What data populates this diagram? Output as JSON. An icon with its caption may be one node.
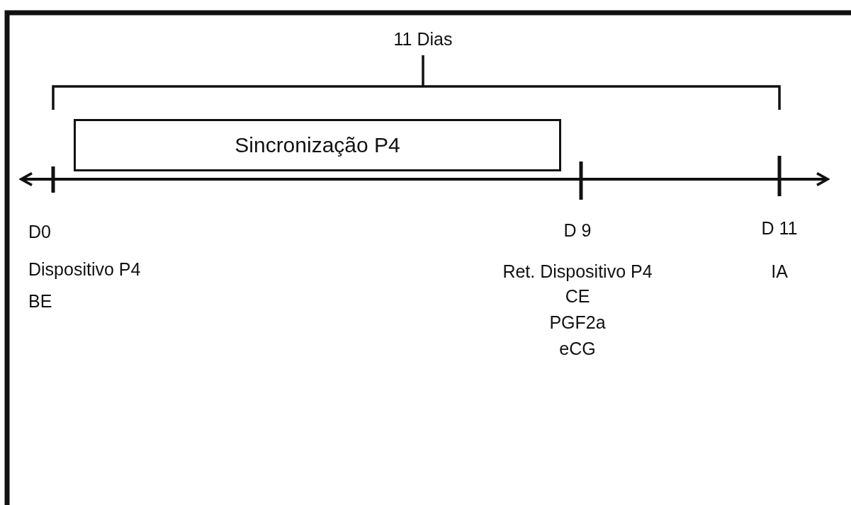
{
  "diagram": {
    "nodes": [
      {
        "text": [
          "Sincronização P4"
        ]
      }
    ],
    "labels": [
      "11 Dias",
      "D0",
      "D 9",
      "D 11",
      "Dispositivo P4",
      "Ret. Dispositivo P4",
      "IA",
      "BE",
      "CE",
      "PGF2a",
      "eCG"
    ]
  }
}
